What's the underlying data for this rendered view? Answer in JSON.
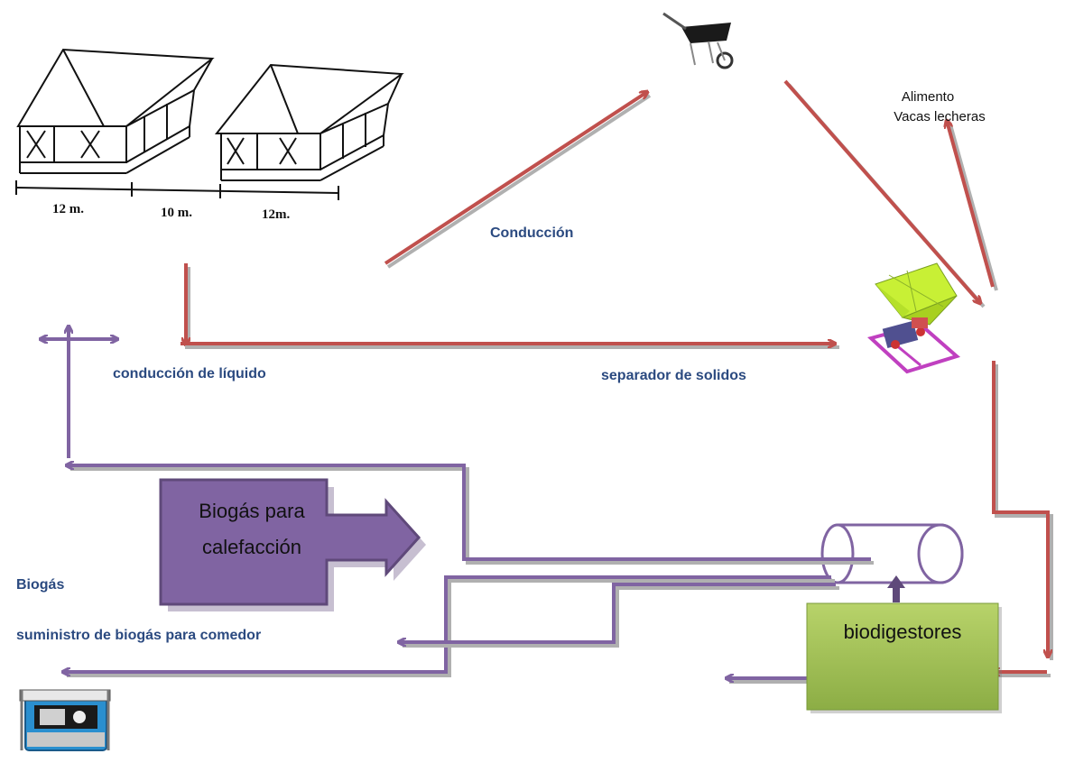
{
  "labels": {
    "conduccion": "Conducción",
    "alimento_line1": "Alimento",
    "alimento_line2": "Vacas lecheras",
    "conduccion_liquido": "conducción de líquido",
    "separador": "separador de solidos",
    "biogas": "Biogás",
    "suministro": "suministro de biogás para comedor",
    "biogas_calefaccion_line1": "Biogás para",
    "biogas_calefaccion_line2": "calefacción",
    "biodigestores": "biodigestores"
  },
  "dimensions": [
    "12 m.",
    "10 m.",
    "12m."
  ],
  "icons": [
    "barn-icon",
    "wheelbarrow-icon",
    "solid-separator-icon",
    "generator-icon",
    "biogas-tank-icon"
  ],
  "colors": {
    "red_arrows": "#c0504d",
    "purple_arrows": "#8064a2",
    "label_blue": "#2b4a80",
    "calefaccion_box": "#8064a2",
    "biodigestor_box": "#9bbb59"
  }
}
